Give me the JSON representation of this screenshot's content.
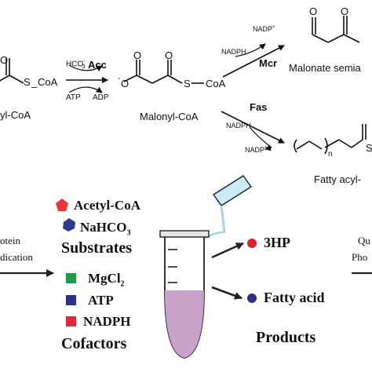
{
  "pathway": {
    "acetyl_coa_tail": "yl-CoA",
    "scoa_1": "S",
    "coa_1": "CoA",
    "acc_enzyme": "Acc",
    "hco3": "HCO",
    "hco3_sup": "-",
    "hco3_sub": "3",
    "atp": "ATP",
    "adp": "ADP",
    "malonyl_minus": "-",
    "scoa_2": "S",
    "coa_2": "CoA",
    "malonyl_label": "Malonyl-CoA",
    "nadph_top": "NADPH",
    "nadp_top": "NADP",
    "nadp_top_sup": "+",
    "mcr_enzyme": "Mcr",
    "malonate_label": "Malonate semia",
    "fas_enzyme": "Fas",
    "nadph_fas": "NADPH",
    "nadp_fas": "NADP",
    "nadp_fas_sup": "+",
    "fatty_n": "n",
    "fatty_s": "S",
    "fatty_label": "Fatty acyl-"
  },
  "reaction": {
    "protein_line1": "otein",
    "protein_line2": "dication",
    "substrate_acetyl": "Acetyl-CoA",
    "substrate_nahco": "NaHCO",
    "substrate_nahco_sub": "3",
    "substrates_heading": "Substrates",
    "cofactor_mgcl": "MgCl",
    "cofactor_mgcl_sub": "2",
    "cofactor_atp": "ATP",
    "cofactor_nadph": "NADPH",
    "cofactors_heading": "Cofactors",
    "product_3hp": "3HP",
    "product_fatty": "Fatty acid",
    "products_heading": "Products",
    "right_line1": "Qu",
    "right_line2": "Pho"
  },
  "colors": {
    "pentagon_red": "#e8343a",
    "hex_navy": "#2b3a8f",
    "square_green": "#1e9a4a",
    "square_navy": "#2b2f8c",
    "square_red": "#e02838",
    "dot_red": "#e02030",
    "dot_navy": "#27308a",
    "tube_liquid": "#c9a2c9",
    "pipette": "#9fd6ea"
  },
  "icons": [
    "pentagon-icon",
    "hexagon-icon",
    "square-icon",
    "circle-icon",
    "tube-icon",
    "pipette-icon"
  ]
}
